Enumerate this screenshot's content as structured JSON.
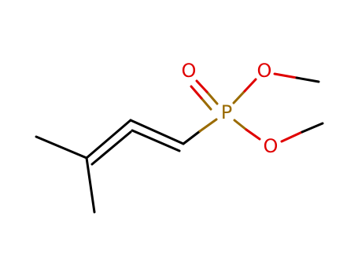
{
  "molecule": {
    "atoms": {
      "p": {
        "symbol": "P",
        "color": "#9a6b00"
      },
      "o_double": {
        "symbol": "O",
        "color": "#e00000"
      },
      "o_ester1": {
        "symbol": "O",
        "color": "#e00000"
      },
      "o_ester2": {
        "symbol": "O",
        "color": "#e00000"
      }
    },
    "bond_color": "#000000"
  }
}
